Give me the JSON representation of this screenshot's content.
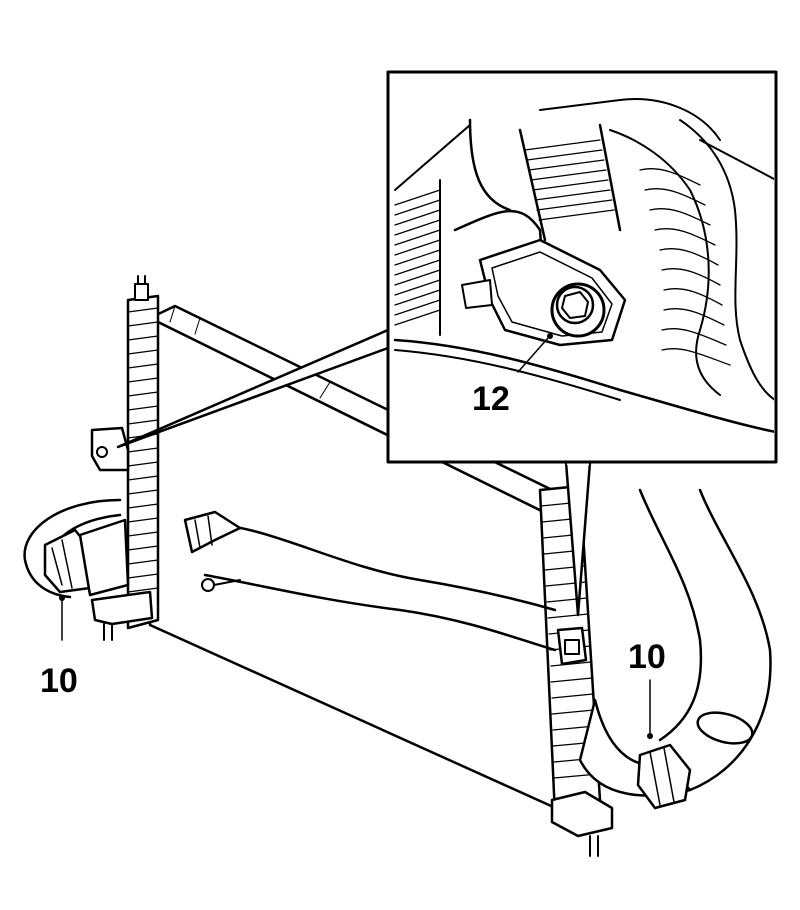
{
  "callouts": {
    "hose_left": "10",
    "hose_right": "10",
    "bolt": "12"
  },
  "colors": {
    "line": "#000000",
    "background": "#ffffff"
  }
}
